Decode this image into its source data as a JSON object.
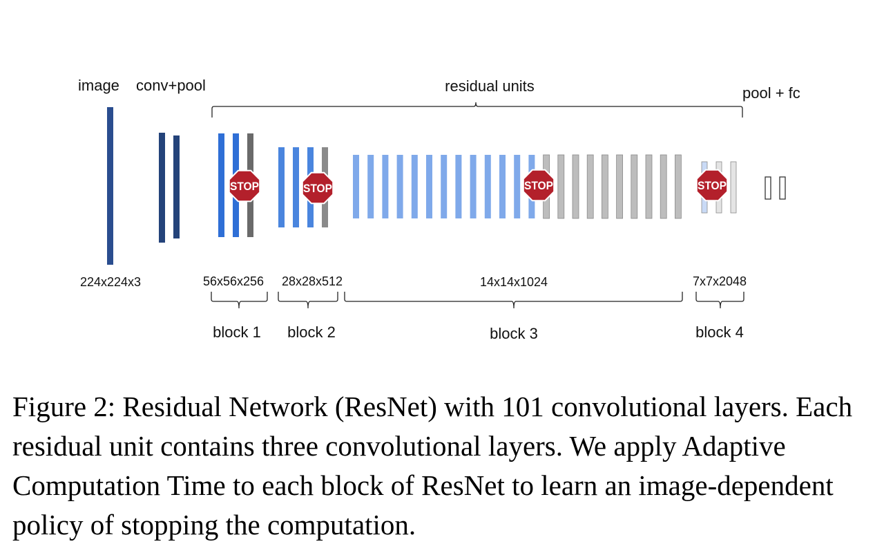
{
  "diagram": {
    "labels": {
      "image": "image",
      "conv_pool": "conv+pool",
      "residual_units": "residual units",
      "pool_fc": "pool + fc"
    },
    "stop_text": "STOP",
    "blocks": [
      {
        "name": "block 1",
        "size": "56x56x256",
        "active_units": 2,
        "stopped_units": 1
      },
      {
        "name": "block 2",
        "size": "28x28x512",
        "active_units": 3,
        "stopped_units": 1
      },
      {
        "name": "block 3",
        "size": "14x14x1024",
        "active_units": 13,
        "stopped_units": 10
      },
      {
        "name": "block 4",
        "size": "7x7x2048",
        "active_units": 1,
        "stopped_units": 2
      }
    ],
    "input_size": "224x224x3",
    "colors": {
      "image_bar": "#2a4d8f",
      "conv_bar": "#24437a",
      "block1_active": "#2f6fd6",
      "block2_active": "#4a85de",
      "block3_active": "#7fa9ea",
      "block4_active": "#c9daf6",
      "block1_stopped": "#6a6a6a",
      "block2_stopped": "#8a8a8a",
      "block3_stopped": "#bdbdbd",
      "block4_stopped": "#e4e4e4",
      "stop_sign": "#b3202b"
    }
  },
  "caption": "Figure 2: Residual Network (ResNet) with 101 convolutional layers. Each residual unit contains three convolutional layers. We apply Adaptive Computation Time to each block of ResNet to learn an image-dependent policy of stopping the computation."
}
